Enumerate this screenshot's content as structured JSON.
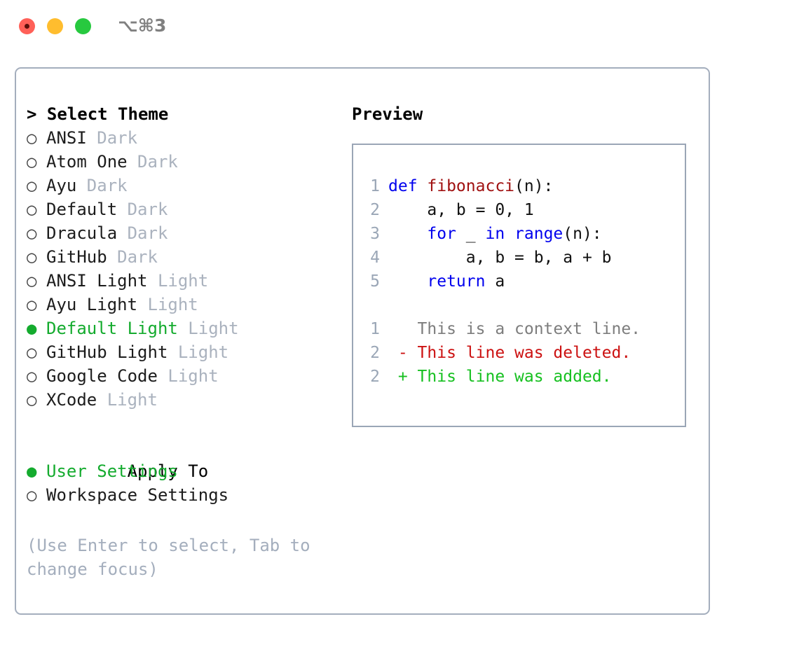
{
  "titlebar": {
    "shortcut": "⌥⌘3",
    "buttons": [
      {
        "name": "close",
        "color": "#ff6058"
      },
      {
        "name": "minimize",
        "color": "#ffbd2e"
      },
      {
        "name": "maximize",
        "color": "#27c93f"
      }
    ]
  },
  "colors": {
    "selected_green": "#14ab2e",
    "muted_tag": "#aab2be",
    "border": "#a4aebd",
    "keyword_blue": "#0000ee",
    "function_red": "#a01111",
    "diff_deleted": "#cc1111",
    "diff_added": "#16c020",
    "line_number": "#9aa6b6"
  },
  "theme_list": {
    "header": "> Select Theme",
    "marker_unselected": "○",
    "marker_selected": "●",
    "items": [
      {
        "label": "ANSI",
        "tag": "Dark",
        "selected": false
      },
      {
        "label": "Atom One",
        "tag": "Dark",
        "selected": false
      },
      {
        "label": "Ayu",
        "tag": "Dark",
        "selected": false
      },
      {
        "label": "Default",
        "tag": "Dark",
        "selected": false
      },
      {
        "label": "Dracula",
        "tag": "Dark",
        "selected": false
      },
      {
        "label": "GitHub",
        "tag": "Dark",
        "selected": false
      },
      {
        "label": "ANSI Light",
        "tag": "Light",
        "selected": false
      },
      {
        "label": "Ayu Light",
        "tag": "Light",
        "selected": false
      },
      {
        "label": "Default Light",
        "tag": "Light",
        "selected": true
      },
      {
        "label": "GitHub Light",
        "tag": "Light",
        "selected": false
      },
      {
        "label": "Google Code",
        "tag": "Light",
        "selected": false
      },
      {
        "label": "XCode",
        "tag": "Light",
        "selected": false
      }
    ]
  },
  "apply_to": {
    "header": "Apply To",
    "items": [
      {
        "label": "User Settings",
        "selected": true
      },
      {
        "label": "Workspace Settings",
        "selected": false
      }
    ]
  },
  "hint": "(Use Enter to select, Tab to change focus)",
  "preview": {
    "title": "Preview",
    "code_lines": [
      {
        "num": "1",
        "tokens": [
          {
            "t": "def ",
            "c": "kw"
          },
          {
            "t": "fibonacci",
            "c": "fn"
          },
          {
            "t": "(n):",
            "c": "plain"
          }
        ]
      },
      {
        "num": "2",
        "tokens": [
          {
            "t": "    a, b = 0, 1",
            "c": "plain"
          }
        ]
      },
      {
        "num": "3",
        "tokens": [
          {
            "t": "    ",
            "c": "plain"
          },
          {
            "t": "for",
            "c": "kw"
          },
          {
            "t": " _ ",
            "c": "plain"
          },
          {
            "t": "in range",
            "c": "kw"
          },
          {
            "t": "(n):",
            "c": "plain"
          }
        ]
      },
      {
        "num": "4",
        "tokens": [
          {
            "t": "        a, b = b, a + b",
            "c": "plain"
          }
        ]
      },
      {
        "num": "5",
        "tokens": [
          {
            "t": "    ",
            "c": "plain"
          },
          {
            "t": "return",
            "c": "kw"
          },
          {
            "t": " a",
            "c": "plain"
          }
        ]
      }
    ],
    "diff_lines": [
      {
        "num": "1",
        "tokens": [
          {
            "t": "   This is a context line.",
            "c": "ctx"
          }
        ]
      },
      {
        "num": "2",
        "tokens": [
          {
            "t": " - This line was deleted.",
            "c": "del"
          }
        ]
      },
      {
        "num": "2",
        "tokens": [
          {
            "t": " + This line was added.",
            "c": "add"
          }
        ]
      }
    ]
  }
}
